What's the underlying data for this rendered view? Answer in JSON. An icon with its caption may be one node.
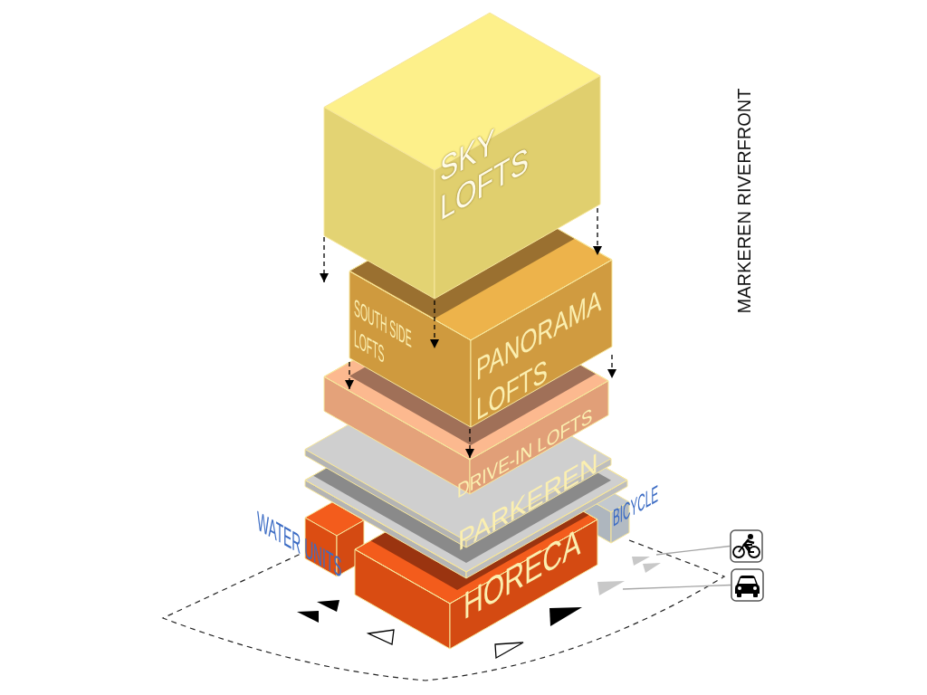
{
  "diagram": {
    "nodes": [
      {
        "text": [
          "SKY LOFTS"
        ]
      },
      {
        "text": [
          "SOUTH SIDE LOFTS"
        ]
      },
      {
        "text": [
          "PANORAMA LOFTS"
        ]
      },
      {
        "text": [
          "DRIVE-IN LOFTS"
        ]
      },
      {
        "text": [
          "PARKEREN"
        ]
      },
      {
        "text": [
          "BICYCLE"
        ]
      },
      {
        "text": [
          "WATER UNITS"
        ]
      },
      {
        "text": [
          "HORECA"
        ]
      },
      {
        "text": [],
        "shape": "box"
      },
      {
        "text": [],
        "shape": "box"
      }
    ],
    "edges": [
      {
        "from": 8,
        "to": null,
        "arrow": "none",
        "color": "#a6a6a6"
      },
      {
        "from": 9,
        "to": null,
        "arrow": "none",
        "color": "#a6a6a6"
      }
    ],
    "labels": [
      "MARKEREN RIVERFRONT"
    ]
  }
}
